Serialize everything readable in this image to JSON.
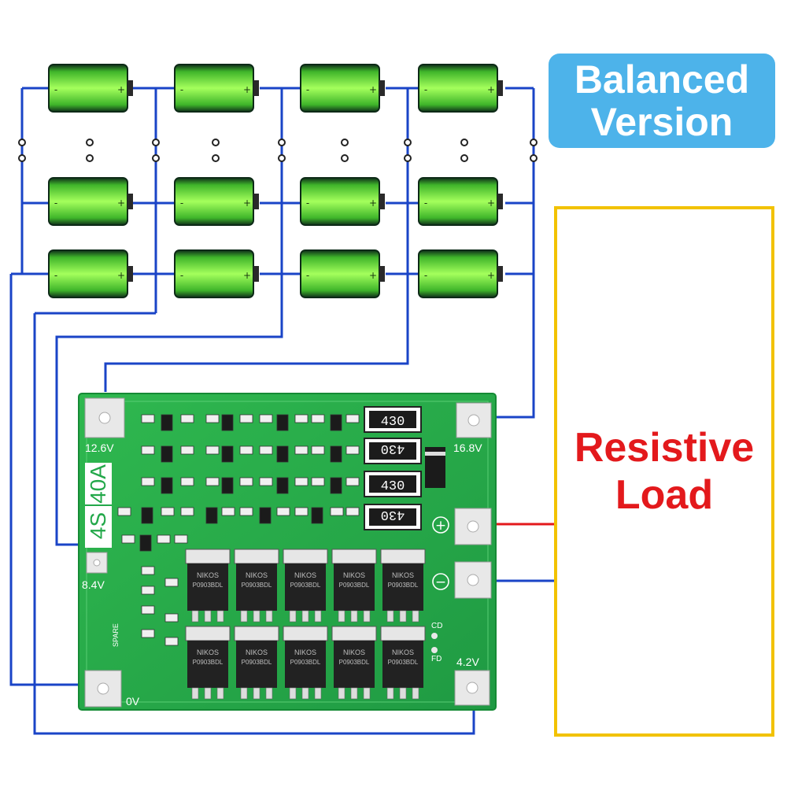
{
  "badge": {
    "line1": "Balanced",
    "line2": "Version",
    "color": "#4db3ea"
  },
  "load": {
    "line1": "Resistive",
    "line2": "Load",
    "text_color": "#e3191c",
    "border_color": "#f2c200"
  },
  "pcb": {
    "cell_config": "4S",
    "current_rating": "40A",
    "terminal_labels": {
      "t_12_6": "12.6V",
      "t_16_8": "16.8V",
      "t_8_4": "8.4V",
      "t_0": "0V",
      "t_4_2": "4.2V"
    },
    "resistor_labels": [
      "430",
      "430",
      "430",
      "430"
    ],
    "mosfet_marks": [
      "NIKOS",
      "P0903BDL"
    ],
    "pad_labels": {
      "spare": "SPARE",
      "cd": "CD",
      "fd": "FD"
    },
    "polarity": {
      "positive": "+",
      "negative": "−"
    },
    "board_color": "#23a84a"
  },
  "batteries": {
    "rows": 3,
    "cols": 4,
    "fill_color": "#66e03a"
  },
  "wires": {
    "bus_color": "#1a44c7",
    "load_positive_color": "#e3191c",
    "load_negative_color": "#1a44c7"
  }
}
